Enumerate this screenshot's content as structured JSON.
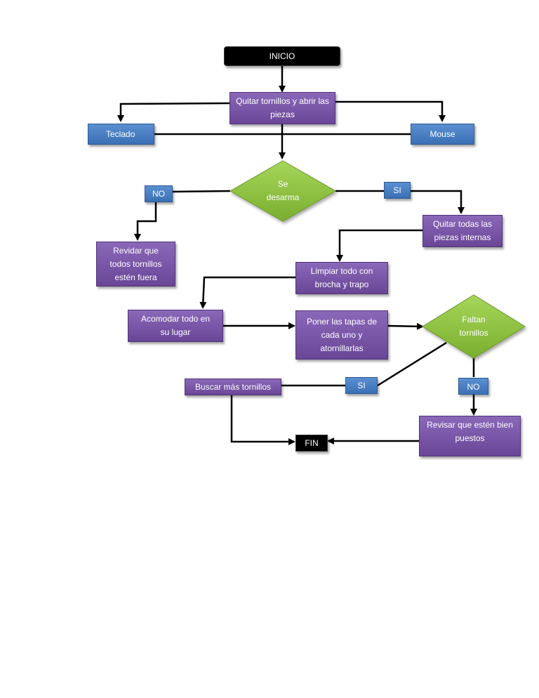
{
  "nodes": {
    "inicio": "INICIO",
    "quitar_tornillos": "Quitar tornillos y abrir las piezas",
    "teclado": "Teclado",
    "mouse": "Mouse",
    "se_desarma": "Se desarma",
    "no_1": "NO",
    "si_1": "SI",
    "quitar_piezas": "Quitar todas las piezas internas",
    "revidar": "Revidar que todos tornillos estén fuera",
    "limpiar": "Limpiar todo con brocha y trapo",
    "acomodar": "Acomodar todo en su lugar",
    "poner_tapas": "Poner las tapas de cada uno y atornillarlas",
    "faltan": "Faltan tornillos",
    "si_2": "SI",
    "no_2": "NO",
    "buscar": "Buscar más tornillos",
    "revisar": "Revisar que estén bien puestos",
    "fin": "FIN"
  },
  "colors": {
    "process": "#7a57a8",
    "device": "#4a7fc2",
    "terminal": "#000000",
    "decision": "#8fc43f",
    "connector": "#000000"
  }
}
